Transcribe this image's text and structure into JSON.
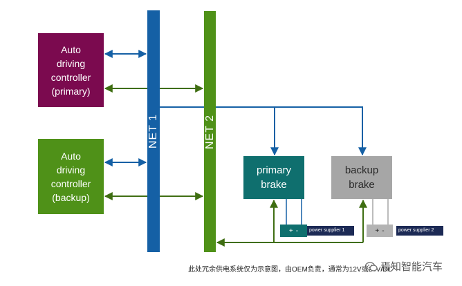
{
  "controllers": {
    "primary": "Auto\ndriving\ncontroller\n(primary)",
    "backup": "Auto\ndriving\ncontroller\n(backup)"
  },
  "networks": {
    "net1": "NET 1",
    "net2": "NET 2"
  },
  "brakes": {
    "primary": "primary\nbrake",
    "backup": "backup\nbrake"
  },
  "power": {
    "supply1_label": "power supplier 1",
    "supply2_label": "power supplier 2",
    "battery_plus": "+",
    "battery_minus": "-"
  },
  "caption": "此处冗余供电系统仅为示意图，由OEM负责，通常为12V或24V/DC",
  "watermark": "焉知智能汽车",
  "colors": {
    "controller_primary": "#7b0a4f",
    "controller_backup": "#4f9118",
    "net1": "#1560a5",
    "net2": "#4f9118",
    "brake_primary": "#0f6f6e",
    "brake_backup": "#a6a6a6",
    "net1_link": "#1560a5",
    "net2_link": "#3f6e12"
  },
  "icons": {
    "watermark": "wechat-icon"
  }
}
